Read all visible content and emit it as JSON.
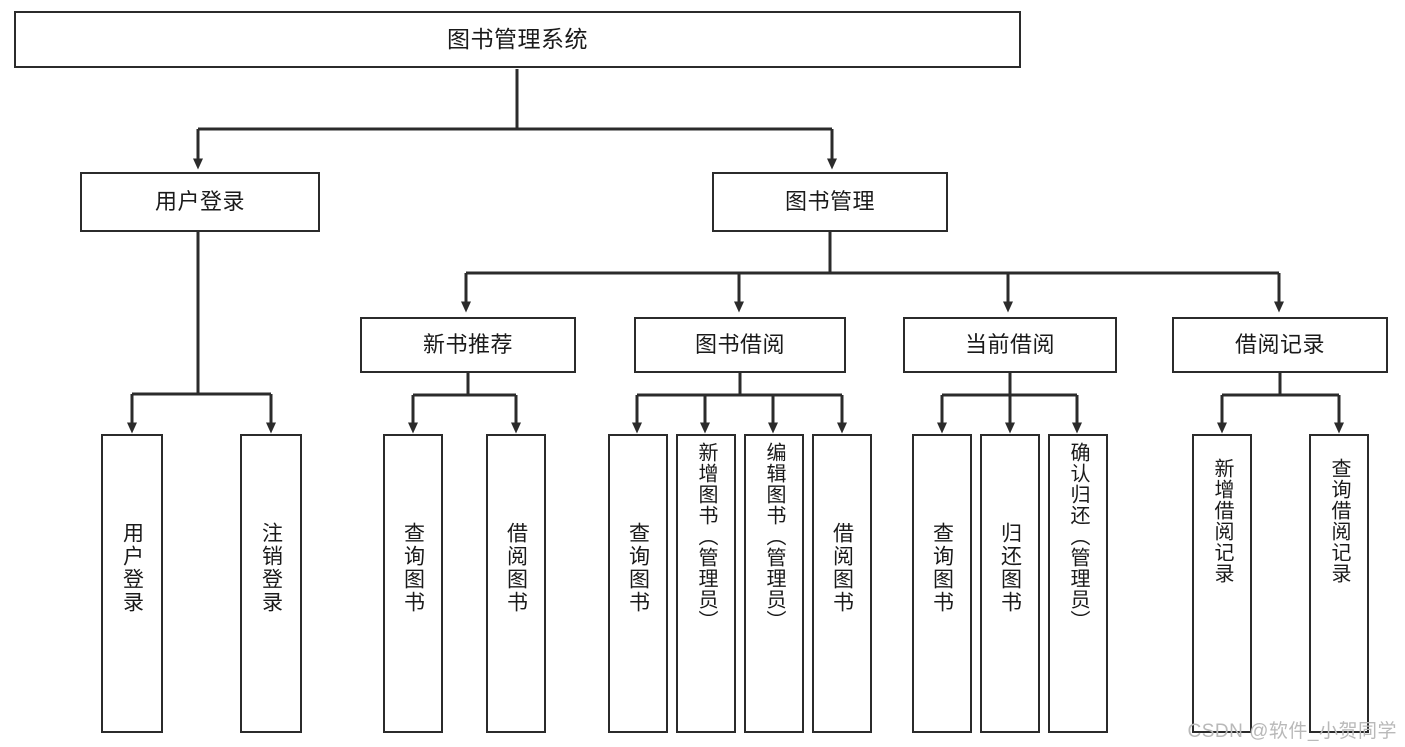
{
  "diagram": {
    "title": "图书管理系统",
    "type": "hierarchy-tree",
    "levels": 4,
    "root": {
      "id": "root",
      "label": "图书管理系统"
    },
    "level2": [
      {
        "id": "user-login",
        "label": "用户登录"
      },
      {
        "id": "book-manage",
        "label": "图书管理"
      }
    ],
    "level3": [
      {
        "id": "new-book-recommend",
        "label": "新书推荐"
      },
      {
        "id": "book-borrow",
        "label": "图书借阅"
      },
      {
        "id": "current-borrow",
        "label": "当前借阅"
      },
      {
        "id": "borrow-record",
        "label": "借阅记录"
      }
    ],
    "leaves": {
      "user-login": [
        {
          "id": "leaf-user-login",
          "label": "用户登录"
        },
        {
          "id": "leaf-logout",
          "label": "注销登录"
        }
      ],
      "new-book-recommend": [
        {
          "id": "leaf-query-book-1",
          "label": "查询图书"
        },
        {
          "id": "leaf-borrow-book-1",
          "label": "借阅图书"
        }
      ],
      "book-borrow": [
        {
          "id": "leaf-query-book-2",
          "label": "查询图书"
        },
        {
          "id": "leaf-add-book",
          "label": "新增图书（管理员）"
        },
        {
          "id": "leaf-edit-book",
          "label": "编辑图书（管理员）"
        },
        {
          "id": "leaf-borrow-book-2",
          "label": "借阅图书"
        }
      ],
      "current-borrow": [
        {
          "id": "leaf-query-book-3",
          "label": "查询图书"
        },
        {
          "id": "leaf-return-book",
          "label": "归还图书"
        },
        {
          "id": "leaf-confirm-return",
          "label": "确认归还（管理员）"
        }
      ],
      "borrow-record": [
        {
          "id": "leaf-add-record",
          "label": "新增借阅记录"
        },
        {
          "id": "leaf-query-record",
          "label": "查询借阅记录"
        }
      ]
    }
  },
  "watermark": {
    "text": "CSDN @软件_小贺同学"
  },
  "colors": {
    "background": "#ffffff",
    "box_border": "#2b2b2b",
    "box_fill": "#ffffff",
    "text": "#1a1a1a",
    "connector": "#2b2b2b",
    "watermark": "#b9b9b9"
  }
}
